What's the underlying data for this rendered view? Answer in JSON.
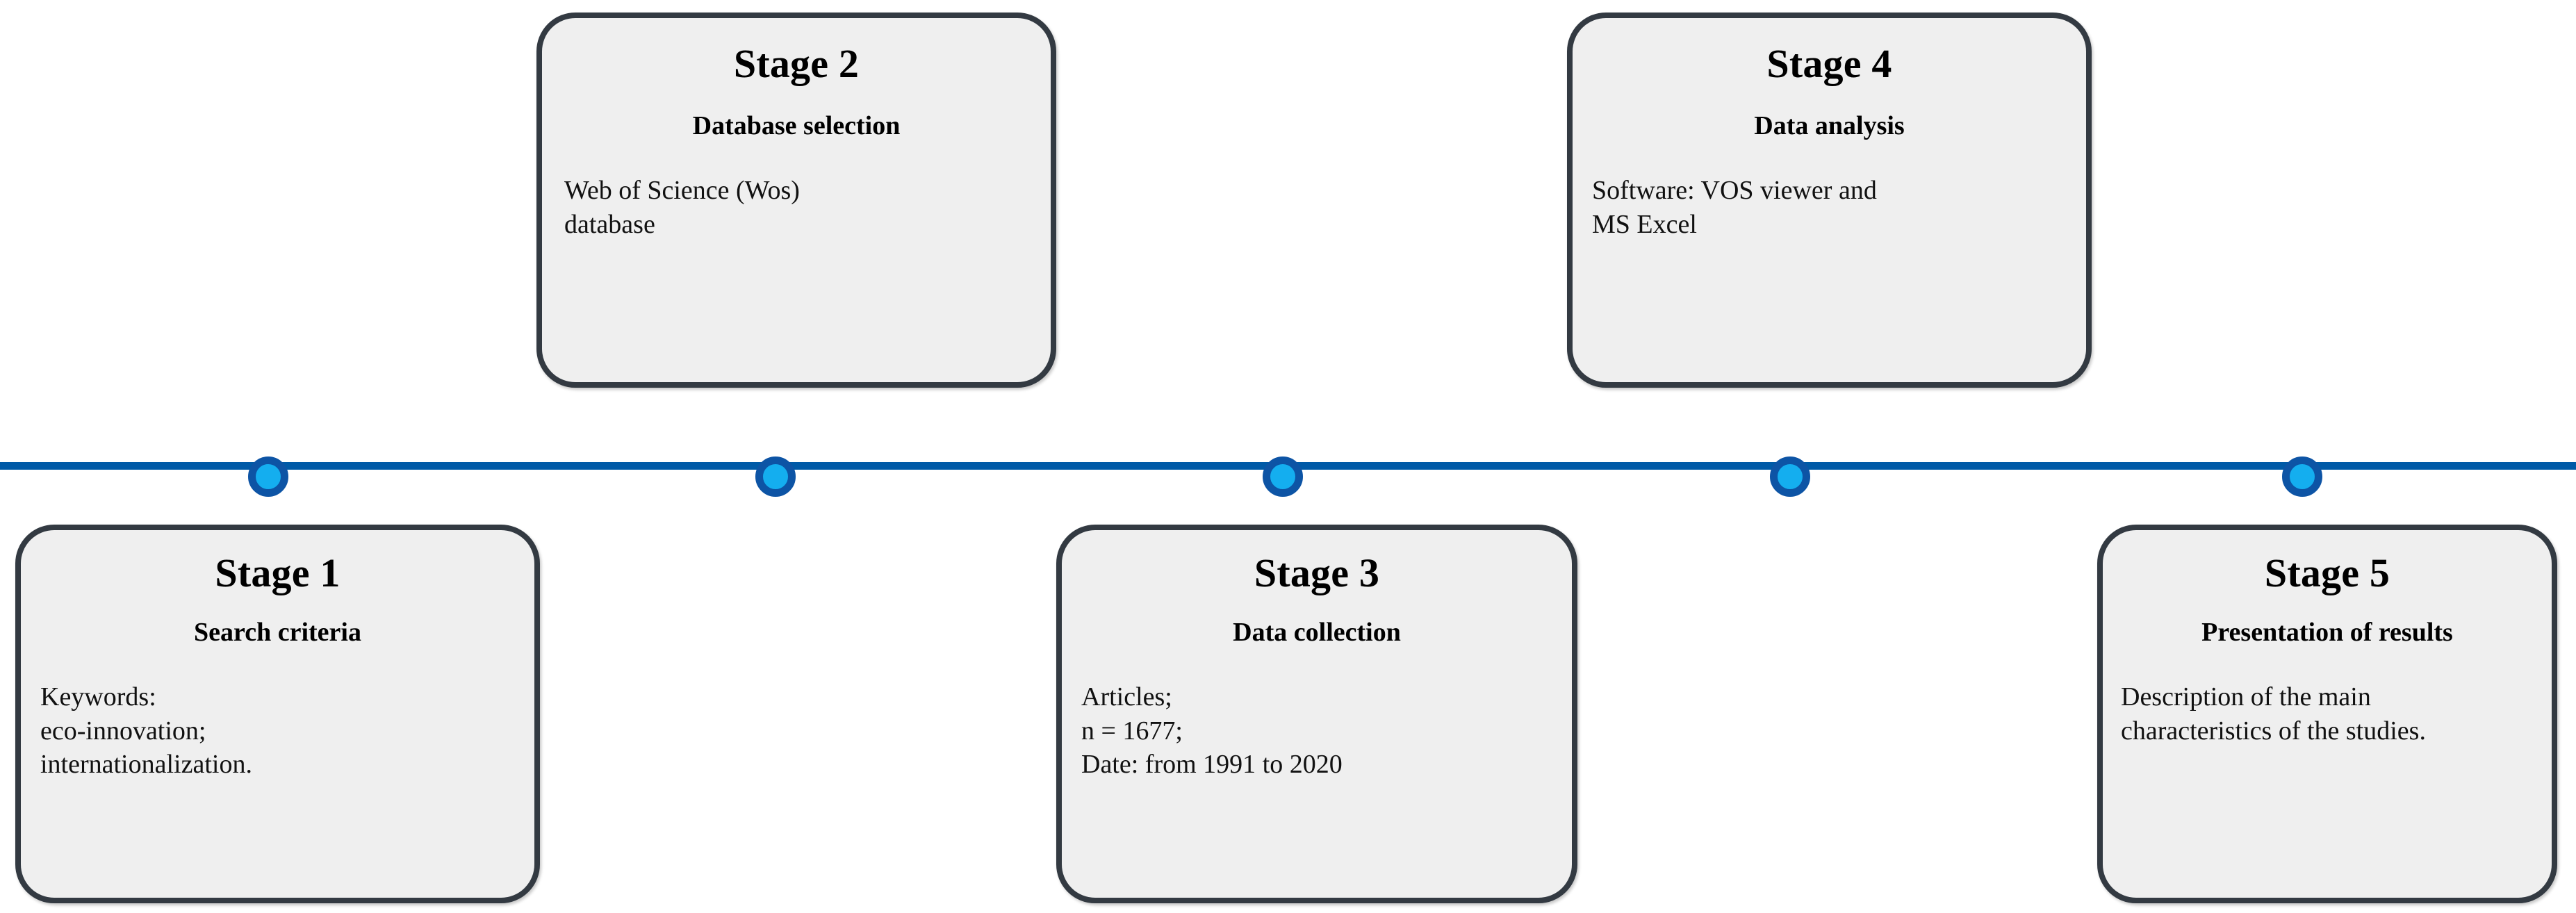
{
  "diagram": {
    "type": "horizontal-timeline",
    "orientation": "left-to-right",
    "stage_count": 5,
    "accent_line_color": "#005AA7",
    "dot_ring_color": "#0D54A5",
    "dot_fill_color": "#14AEEF",
    "card_fill_color": "#EFEFEF",
    "card_border_color": "#333A42",
    "text_color": "#000000"
  },
  "stages": [
    {
      "id": "stage-1",
      "position": "below",
      "title": "Stage 1",
      "subtitle": "Search criteria",
      "body": "Keywords:\neco-innovation;\ninternationalization."
    },
    {
      "id": "stage-2",
      "position": "above",
      "title": "Stage 2",
      "subtitle": "Database selection",
      "body": "Web of Science (Wos)\ndatabase"
    },
    {
      "id": "stage-3",
      "position": "below",
      "title": "Stage 3",
      "subtitle": "Data collection",
      "body": "Articles;\nn = 1677;\nDate: from 1991 to 2020"
    },
    {
      "id": "stage-4",
      "position": "above",
      "title": "Stage 4",
      "subtitle": "Data analysis",
      "body": "Software: VOS viewer and\nMS Excel"
    },
    {
      "id": "stage-5",
      "position": "below",
      "title": "Stage 5",
      "subtitle": "Presentation of results",
      "body": "Description of the main\ncharacteristics of the studies."
    }
  ]
}
